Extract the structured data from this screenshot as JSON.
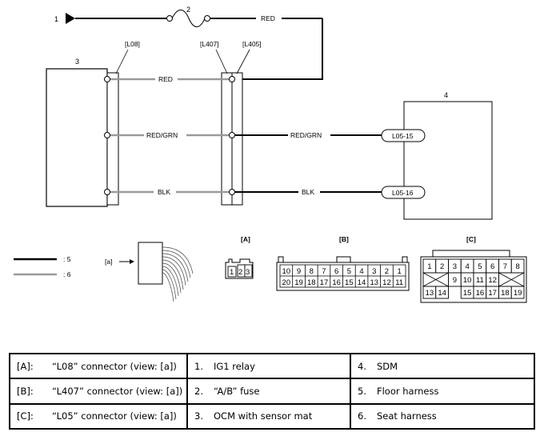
{
  "wires": {
    "red": "RED",
    "red_grn": "RED/GRN",
    "blk": "BLK"
  },
  "components": {
    "n1": "1",
    "n2": "2",
    "n3": "3",
    "n4": "4"
  },
  "connectors": {
    "l08": "[L08]",
    "l407": "[L407]",
    "l405": "[L405]",
    "l05_15": "L05-15",
    "l05_16": "L05-16"
  },
  "line_legend": {
    "thick": ": 5",
    "thin": ": 6"
  },
  "view_label": "[a]",
  "views": {
    "A": {
      "label": "[A]",
      "pins": [
        "1",
        "2",
        "3"
      ]
    },
    "B": {
      "label": "[B]",
      "row1": [
        "10",
        "9",
        "8",
        "7",
        "6",
        "5",
        "4",
        "3",
        "2",
        "1"
      ],
      "row2": [
        "20",
        "19",
        "18",
        "17",
        "16",
        "15",
        "14",
        "13",
        "12",
        "11"
      ]
    },
    "C": {
      "label": "[C]",
      "row1": [
        "1",
        "2",
        "3",
        "4",
        "5",
        "6",
        "7",
        "8"
      ],
      "row2": [
        "9",
        "10",
        "11",
        "12"
      ],
      "row3_left": [
        "13",
        "14"
      ],
      "row3_right": [
        "15",
        "16",
        "17",
        "18",
        "19"
      ]
    }
  },
  "legend": [
    [
      {
        "key": "[A]:",
        "text": "“L08” connector (view: [a])"
      },
      {
        "key": "1.",
        "text": "IG1 relay"
      },
      {
        "key": "4.",
        "text": "SDM"
      }
    ],
    [
      {
        "key": "[B]:",
        "text": "“L407” connector (view: [a])"
      },
      {
        "key": "2.",
        "text": "“A/B” fuse"
      },
      {
        "key": "5.",
        "text": "Floor harness"
      }
    ],
    [
      {
        "key": "[C]:",
        "text": "“L05” connector (view: [a])"
      },
      {
        "key": "3.",
        "text": "OCM with sensor mat"
      },
      {
        "key": "6.",
        "text": "Seat harness"
      }
    ]
  ]
}
